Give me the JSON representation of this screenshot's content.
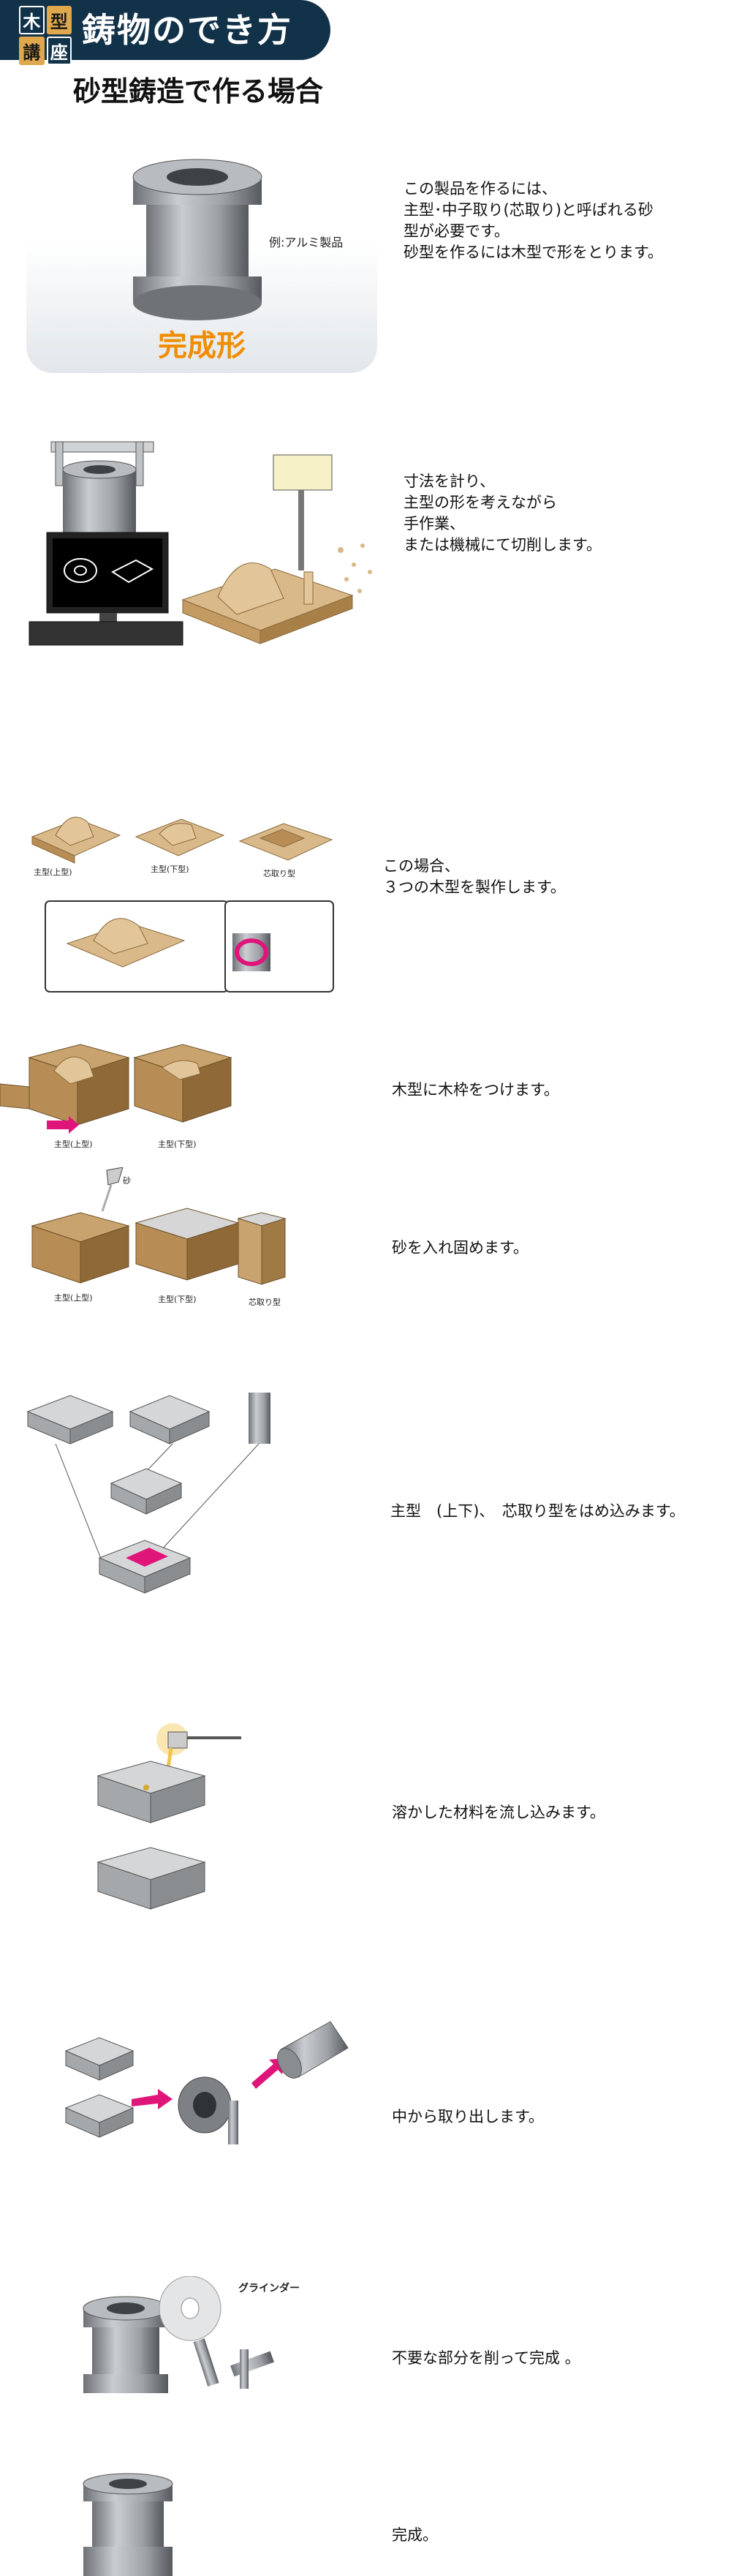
{
  "header": {
    "badge_chars": [
      "木",
      "型",
      "講",
      "座"
    ],
    "title": "鋳物のでき方"
  },
  "subtitle": "砂型鋳造で作る場合",
  "intro": {
    "sample_label": "例:アルミ製品",
    "finished_label": "完成形",
    "text": "この製品を作るには、\n主型･中子取り(芯取り)と呼ばれる砂\n型が必要です。\n砂型を作るには木型で形をとります。"
  },
  "steps": {
    "measure": {
      "text": "寸法を計り、\n主型の形を考えながら\n手作業、\nまたは機械にて切削します。"
    },
    "three_patterns": {
      "text": "この場合、\n３つの木型を製作します。",
      "captions": [
        "主型(上型)",
        "主型(下型)",
        "芯取り型"
      ]
    },
    "frame": {
      "text": "木型に木枠をつけます。",
      "captions": [
        "主型(上型)",
        "主型(下型)"
      ]
    },
    "sand": {
      "text": "砂を入れ固めます。",
      "sand_label": "砂",
      "captions": [
        "主型(上型)",
        "主型(下型)",
        "芯取り型"
      ]
    },
    "assemble": {
      "text": "主型　(上下)、　芯取り型をはめ込みます。"
    },
    "pour": {
      "text": "溶かした材料を流し込みます。"
    },
    "remove": {
      "text": "中から取り出します。"
    },
    "grind": {
      "text": "不要な部分を削って完成 。",
      "tool_label": "グラインダー"
    },
    "done": {
      "text": "完成。"
    }
  },
  "colors": {
    "navy": "#12324a",
    "gold": "#e0a84c",
    "orange": "#f08c00",
    "wood": "#d9b88a",
    "magenta": "#e0157a"
  }
}
